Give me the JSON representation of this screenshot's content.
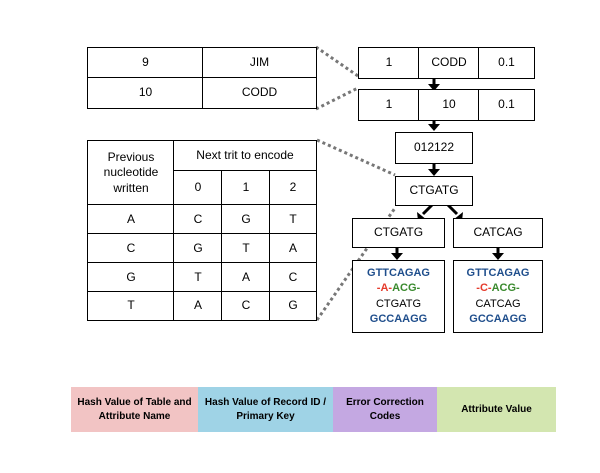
{
  "record_table": {
    "rows": [
      [
        "9",
        "JIM"
      ],
      [
        "10",
        "CODD"
      ]
    ]
  },
  "tuple_original": [
    "1",
    "CODD",
    "0.1"
  ],
  "tuple_mapped": [
    "1",
    "10",
    "0.1"
  ],
  "trit_string": "012122",
  "encoded_dna": "CTGATG",
  "encoding_table": {
    "header_previous": "Previous nucleotide written",
    "header_next": "Next trit to encode",
    "trits": [
      "0",
      "1",
      "2"
    ],
    "rows": [
      [
        "A",
        "C",
        "G",
        "T"
      ],
      [
        "C",
        "G",
        "T",
        "A"
      ],
      [
        "G",
        "T",
        "A",
        "C"
      ],
      [
        "T",
        "A",
        "C",
        "G"
      ]
    ]
  },
  "branches": [
    {
      "label": "CTGATG",
      "prefix": "GTTCAGAG",
      "ecc_left": "-",
      "ecc_mid": "A",
      "ecc_dash": "-",
      "ecc_right": "ACG-",
      "value": "CTGATG",
      "suffix": "GCCAAGG"
    },
    {
      "label": "CATCAG",
      "prefix": "GTTCAGAG",
      "ecc_left": "-",
      "ecc_mid": "C",
      "ecc_dash": "-",
      "ecc_right": "ACG-",
      "value": "CATCAG",
      "suffix": "GCCAAGG"
    }
  ],
  "legend": [
    {
      "label": "Hash Value of Table and Attribute Name",
      "color": "#f2c4c4"
    },
    {
      "label": "Hash Value of Record ID / Primary Key",
      "color": "#9fd3e6"
    },
    {
      "label": "Error Correction Codes",
      "color": "#c4a8e2"
    },
    {
      "label": "Attribute Value",
      "color": "#d3e6b0"
    }
  ]
}
